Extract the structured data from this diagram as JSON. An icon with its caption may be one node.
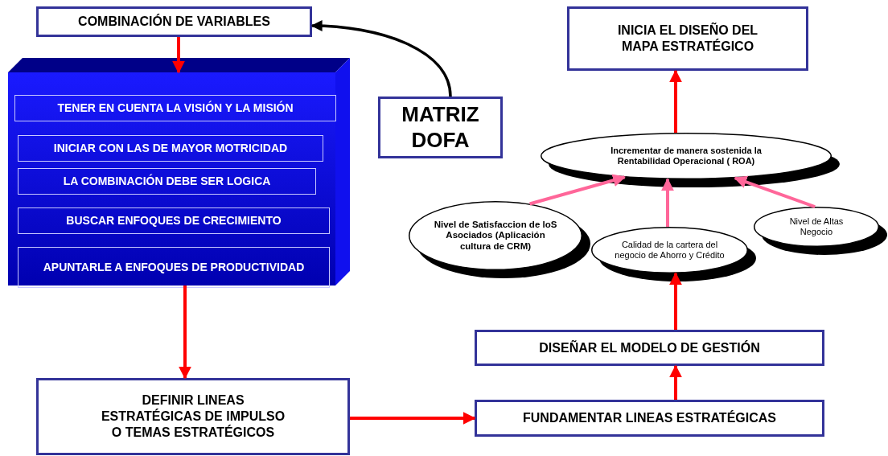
{
  "diagram": {
    "nodes": [
      {
        "text": [
          "COMBINACIÓN DE VARIABLES"
        ]
      },
      {
        "text": [],
        "shape": "box"
      },
      {
        "text": [
          "TENER EN CUENTA LA VISIÓN Y LA MISIÓN"
        ],
        "in": 1
      },
      {
        "text": [
          "INICIAR CON LAS DE MAYOR MOTRICIDAD"
        ],
        "in": 1
      },
      {
        "text": [
          "LA COMBINACIÓN DEBE SER LOGICA"
        ],
        "in": 1
      },
      {
        "text": [
          "BUSCAR ENFOQUES DE CRECIMIENTO"
        ],
        "in": 1
      },
      {
        "text": [
          "APUNTARLE A ENFOQUES DE PRODUCTIVIDAD"
        ],
        "in": 1
      },
      {
        "text": [
          "MATRIZ DOFA"
        ]
      },
      {
        "text": [
          "INICIA EL DISEÑO DEL MAPA ESTRATÉGICO"
        ]
      },
      {
        "text": [
          "Incrementar de manera sostenida la Rentabilidad Operacional ( ROA)"
        ]
      },
      {
        "text": [
          "Nivel de Satisfaccion de loS Asociados (Aplicación cultura de CRM)"
        ]
      },
      {
        "text": [
          "Calidad de la cartera del negocio de Ahorro y Crédito"
        ]
      },
      {
        "text": [
          "Nivel de Altas Negocio"
        ]
      },
      {
        "text": [
          "DISEÑAR EL MODELO DE GESTIÓN"
        ]
      },
      {
        "text": [
          "FUNDAMENTAR LINEAS ESTRATÉGICAS"
        ]
      },
      {
        "text": [
          "DEFINIR LINEAS ESTRATÉGICAS DE IMPULSO O TEMAS ESTRATÉGICOS"
        ]
      }
    ],
    "edges": [
      {
        "from": 0,
        "to": 1,
        "arrow": "to"
      },
      {
        "from": 7,
        "to": 0,
        "arrow": "to",
        "color": "#000000"
      },
      {
        "from": 1,
        "to": 15,
        "arrow": "to"
      },
      {
        "from": 15,
        "to": 14,
        "arrow": "to"
      },
      {
        "from": 14,
        "to": 13,
        "arrow": "to"
      },
      {
        "from": 13,
        "to": 11,
        "arrow": "to"
      },
      {
        "from": 9,
        "to": 8,
        "arrow": "to"
      },
      {
        "from": 10,
        "to": 9,
        "arrow": "to",
        "color": "#ff6699"
      },
      {
        "from": 11,
        "to": 9,
        "arrow": "to",
        "color": "#ff6699"
      },
      {
        "from": 12,
        "to": 9,
        "arrow": "to",
        "color": "#ff6699"
      }
    ]
  }
}
